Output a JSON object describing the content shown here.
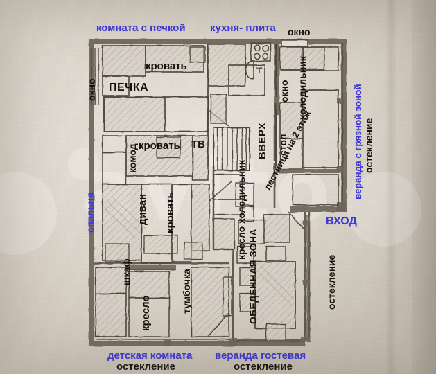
{
  "image": {
    "kind": "photograph-of-hand-drawn-floor-plan",
    "watermark": "avito",
    "ink_color": "#16120d",
    "annotation_color": "#3c37d8",
    "paper_color": "#d2cabf"
  },
  "annotations": {
    "top": [
      {
        "text": "комната с печкой",
        "color": "blue"
      },
      {
        "text": "кухня- плита",
        "color": "blue"
      },
      {
        "text": "окно",
        "color": "black"
      }
    ],
    "left": [
      {
        "text": "окно",
        "color": "black"
      },
      {
        "text": "спальня",
        "color": "blue"
      }
    ],
    "right": [
      {
        "text": "веранда с грязной зоной",
        "color": "blue"
      },
      {
        "text": "остекление",
        "color": "black"
      },
      {
        "text": "ВХОД",
        "color": "blue"
      },
      {
        "text": "остекление",
        "color": "black"
      }
    ],
    "bottom": [
      {
        "text": "детская комната",
        "color": "blue"
      },
      {
        "text": "остекление",
        "color": "black"
      },
      {
        "text": "веранда гостевая",
        "color": "blue"
      },
      {
        "text": "остекление",
        "color": "black"
      }
    ],
    "interior": [
      {
        "text": "кровать",
        "color": "black"
      },
      {
        "text": "ПЕЧКА",
        "color": "black"
      },
      {
        "text": "кровать",
        "color": "black"
      },
      {
        "text": "комод",
        "color": "black"
      },
      {
        "text": "ТВ",
        "color": "black"
      },
      {
        "text": "диван",
        "color": "black"
      },
      {
        "text": "кровать",
        "color": "black"
      },
      {
        "text": "шкаф",
        "color": "black"
      },
      {
        "text": "кресло",
        "color": "black"
      },
      {
        "text": "тумбочка",
        "color": "black"
      },
      {
        "text": "ВВЕРХ",
        "color": "black"
      },
      {
        "text": "лестница на 2 этаж",
        "color": "black"
      },
      {
        "text": "окно",
        "color": "black"
      },
      {
        "text": "холодильник",
        "color": "black"
      },
      {
        "text": "стол",
        "color": "black"
      },
      {
        "text": "кресло холодильник",
        "color": "black"
      },
      {
        "text": "ОБЕДЕННАЯ ЗОНА",
        "color": "black"
      }
    ]
  },
  "labels": {
    "room_with_stove": "комната с печкой",
    "kitchen_stove": "кухня- плита",
    "window_top": "окно",
    "window_left": "окно",
    "bedroom": "спальня",
    "veranda_dirty_zone": "веранда с грязной зоной",
    "glazing_right": "остекление",
    "entrance": "ВХОД",
    "glazing_entrance": "остекление",
    "kids_room": "детская комната",
    "glazing_kids": "остекление",
    "veranda_guest": "веранда гостевая",
    "glazing_guest": "остекление",
    "bed_1": "кровать",
    "stove": "ПЕЧКА",
    "bed_2": "кровать",
    "dresser": "комод",
    "tv": "ТВ",
    "sofa": "диван",
    "bed_3": "кровать",
    "wardrobe": "шкаф",
    "armchair": "кресло",
    "nightstand": "тумбочка",
    "stairs_up": "ВВЕРХ",
    "stairs_to_2nd_floor": "лестница на 2 этаж",
    "window_kitchen": "окно",
    "fridge": "холодильник",
    "table": "стол",
    "armchair_fridge": "кресло холодильник",
    "dining_zone": "ОБЕДЕННАЯ ЗОНА",
    "watermark": "avito"
  }
}
